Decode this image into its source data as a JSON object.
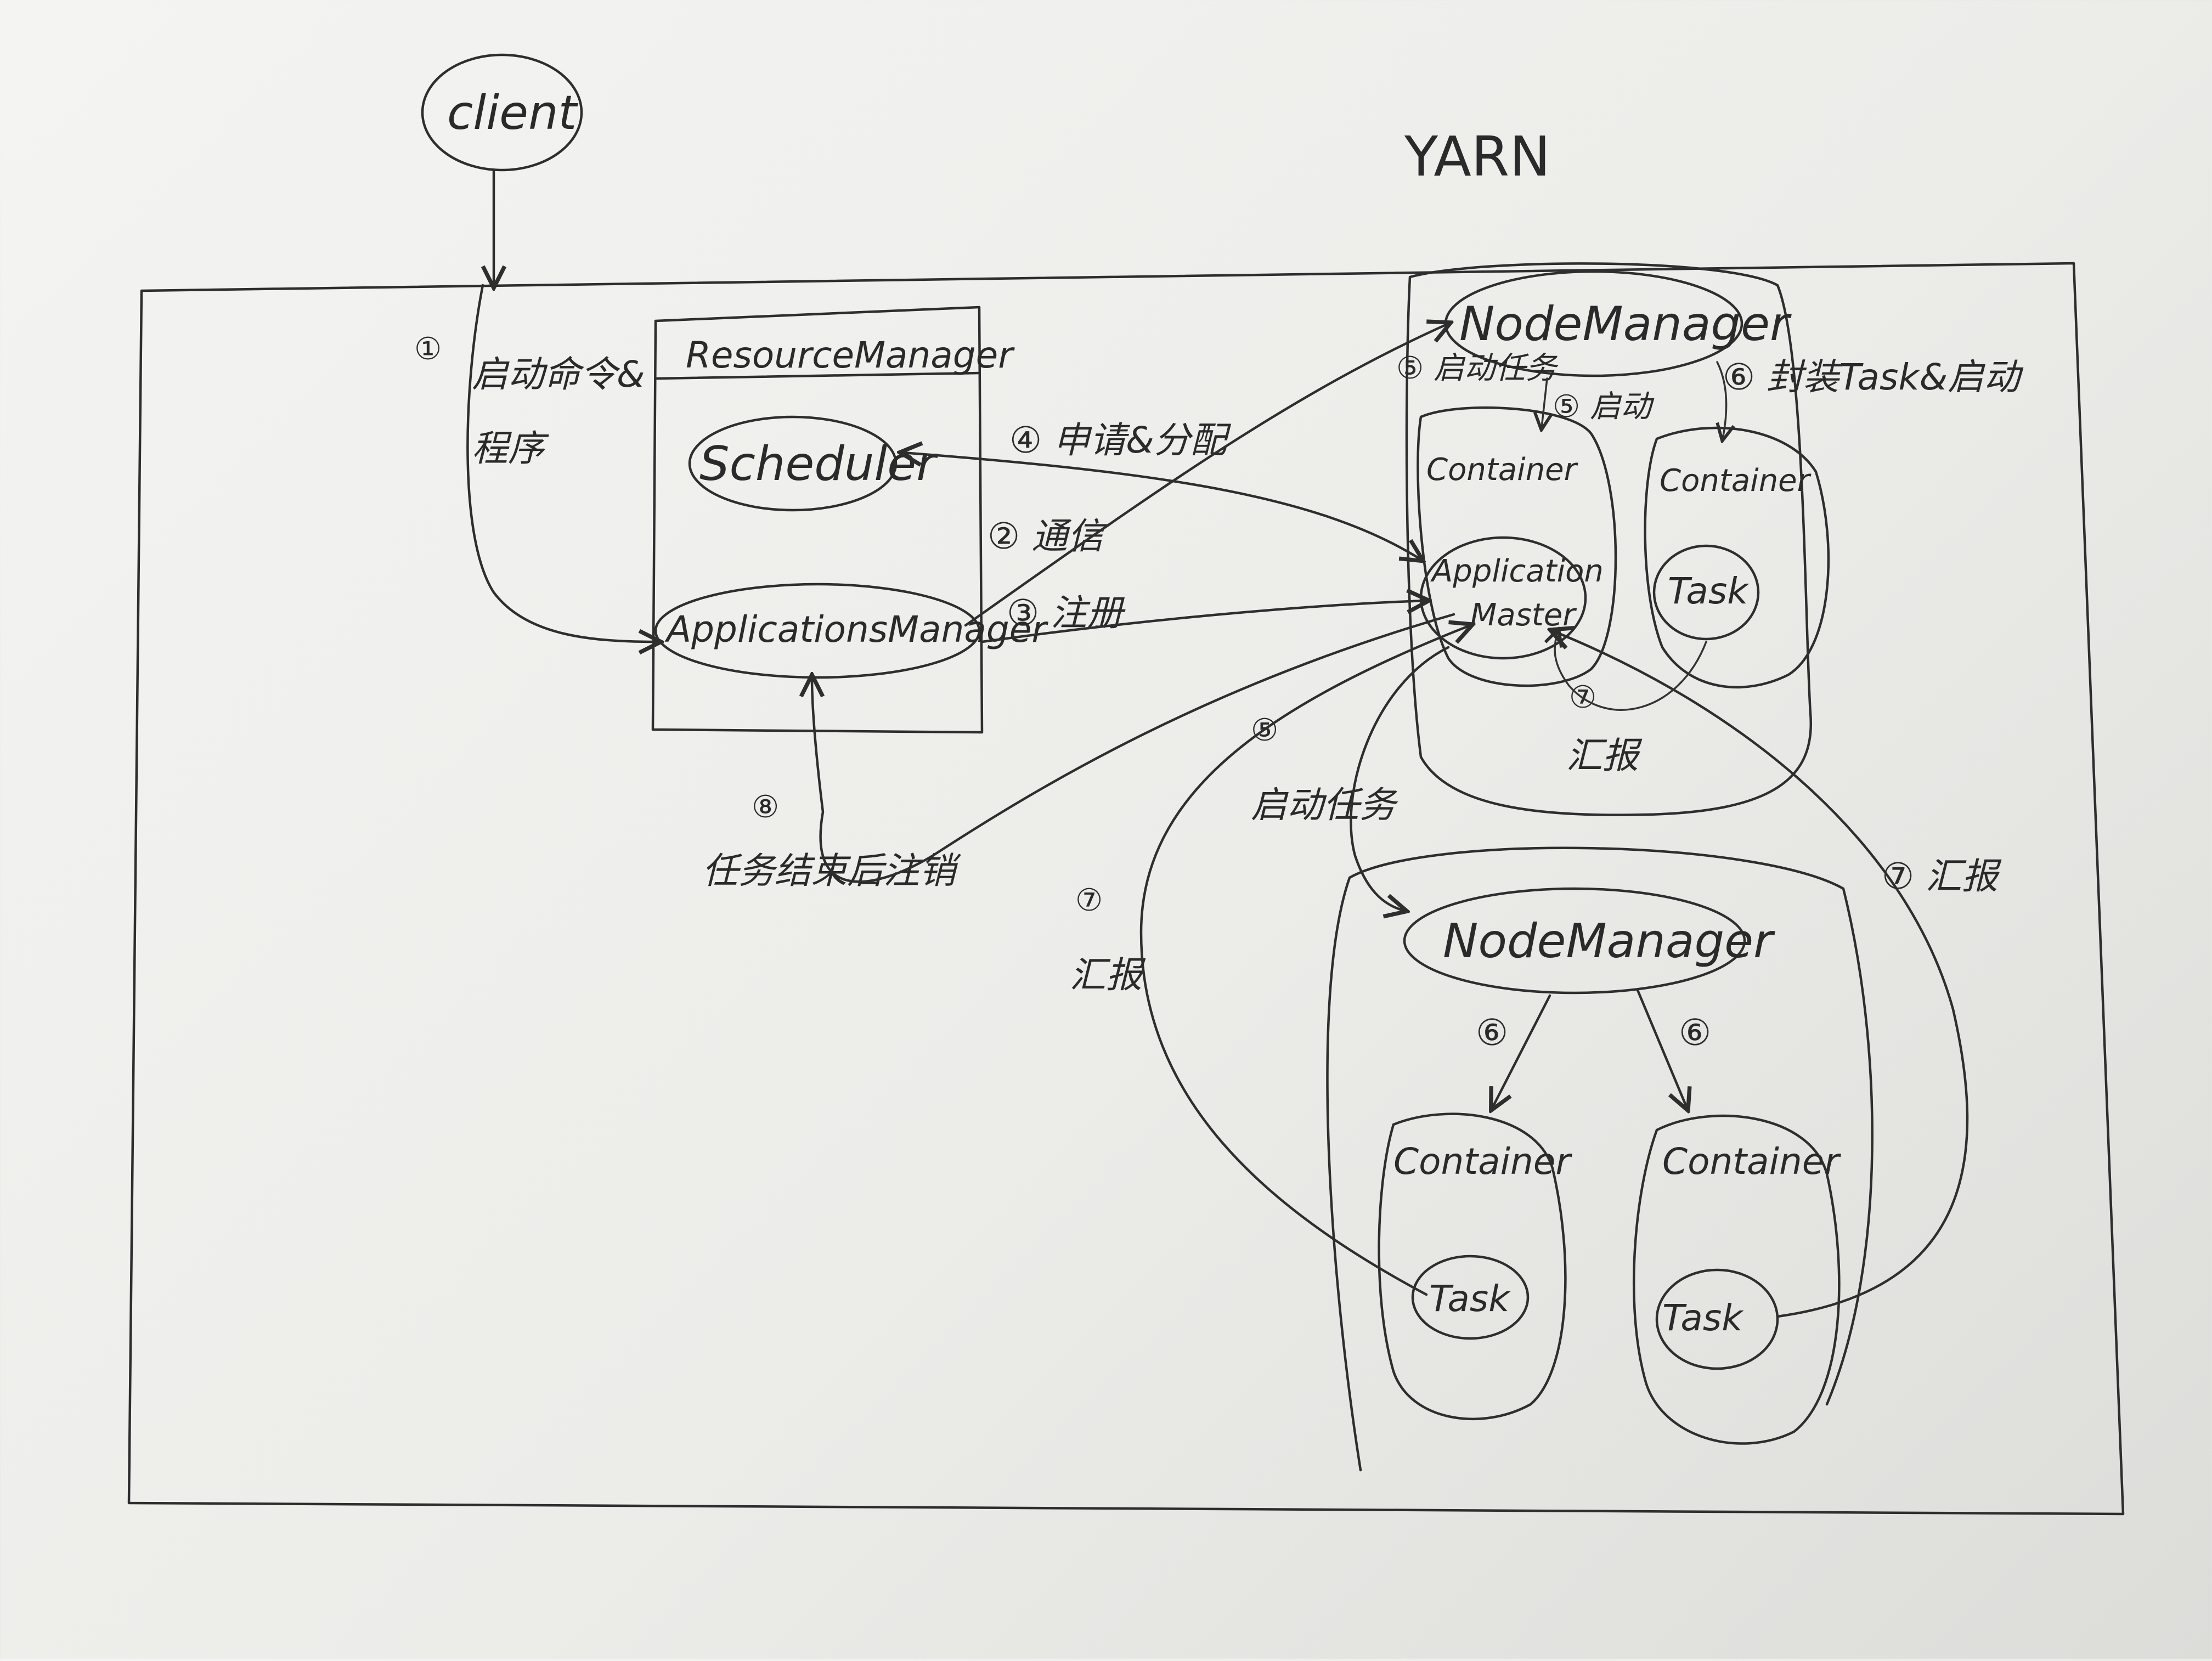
{
  "title": "YARN",
  "client": "client",
  "resource_manager": {
    "header": "ResourceManager",
    "scheduler": "Scheduler",
    "applications_manager": "ApplicationsManager"
  },
  "node_top": {
    "node_manager": "NodeManager",
    "container_am": "Container",
    "app_master_line1": "Application",
    "app_master_line2": "Master",
    "container_task": "Container",
    "task": "Task"
  },
  "node_bottom": {
    "node_manager": "NodeManager",
    "container_left": "Container",
    "task_left": "Task",
    "container_right": "Container",
    "task_right": "Task"
  },
  "steps": {
    "s1_num": "①",
    "s1_line1": "启动命令&",
    "s1_line2": "程序",
    "s2": "② 通信",
    "s3": "③ 注册",
    "s4": "④ 申请&分配",
    "s5_top": "⑤ 启动任务",
    "s5_top_start": "⑤ 启动",
    "s6_top": "⑥ 封装Task&启动",
    "s5_mid_num": "⑤",
    "s5_mid": "启动任务",
    "s6_a": "⑥",
    "s6_b": "⑥",
    "s7_a_num": "⑦",
    "s7_a": "汇报",
    "s7_b_num": "⑦",
    "s7_b": "汇报",
    "s7_c": "⑦ 汇报",
    "s8_num": "⑧",
    "s8": "任务结束后注销"
  }
}
